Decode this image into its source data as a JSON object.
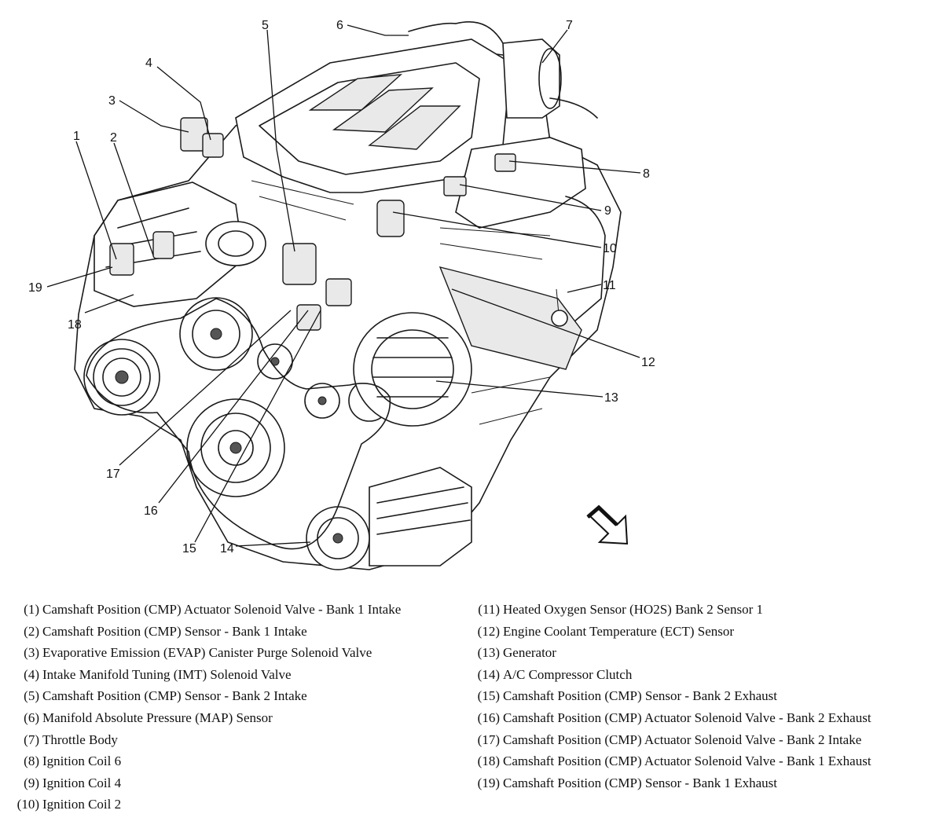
{
  "callouts": [
    {
      "num": "1",
      "label": "Camshaft Position (CMP) Actuator Solenoid Valve - Bank 1 Intake"
    },
    {
      "num": "2",
      "label": "Camshaft Position (CMP) Sensor - Bank 1 Intake"
    },
    {
      "num": "3",
      "label": "Evaporative Emission (EVAP) Canister Purge Solenoid Valve"
    },
    {
      "num": "4",
      "label": "Intake Manifold Tuning (IMT) Solenoid Valve"
    },
    {
      "num": "5",
      "label": "Camshaft Position (CMP) Sensor - Bank 2 Intake"
    },
    {
      "num": "6",
      "label": "Manifold Absolute Pressure (MAP) Sensor"
    },
    {
      "num": "7",
      "label": "Throttle Body"
    },
    {
      "num": "8",
      "label": "Ignition Coil 6"
    },
    {
      "num": "9",
      "label": "Ignition Coil 4"
    },
    {
      "num": "10",
      "label": "Ignition Coil 2"
    },
    {
      "num": "11",
      "label": "Heated Oxygen Sensor (HO2S) Bank 2 Sensor 1"
    },
    {
      "num": "12",
      "label": "Engine Coolant Temperature (ECT) Sensor"
    },
    {
      "num": "13",
      "label": "Generator"
    },
    {
      "num": "14",
      "label": "A/C Compressor Clutch"
    },
    {
      "num": "15",
      "label": "Camshaft Position (CMP) Sensor - Bank 2 Exhaust"
    },
    {
      "num": "16",
      "label": "Camshaft Position (CMP) Actuator Solenoid Valve - Bank 2 Exhaust"
    },
    {
      "num": "17",
      "label": "Camshaft Position (CMP) Actuator Solenoid Valve - Bank 2 Intake"
    },
    {
      "num": "18",
      "label": "Camshaft Position (CMP) Actuator Solenoid Valve - Bank 1 Exhaust"
    },
    {
      "num": "19",
      "label": "Camshaft Position (CMP) Sensor - Bank 1 Exhaust"
    }
  ],
  "legend_prefix_open": "(",
  "legend_prefix_close": ")",
  "icons": {
    "engine": "engine-illustration",
    "arrow": "front-direction-arrow-icon"
  }
}
